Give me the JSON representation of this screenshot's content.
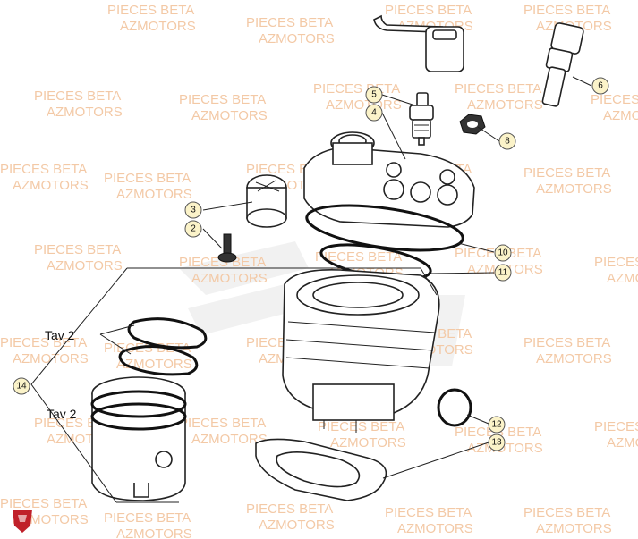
{
  "watermark": {
    "line1": "PIECES BETA",
    "line2": "AZMOTORS"
  },
  "callouts": [
    {
      "id": "c2",
      "text": "2"
    },
    {
      "id": "c3",
      "text": "3"
    },
    {
      "id": "c4",
      "text": "4"
    },
    {
      "id": "c5",
      "text": "5"
    },
    {
      "id": "c6",
      "text": "6"
    },
    {
      "id": "c8",
      "text": "8"
    },
    {
      "id": "c10",
      "text": "10"
    },
    {
      "id": "c11",
      "text": "11"
    },
    {
      "id": "c12",
      "text": "12"
    },
    {
      "id": "c13",
      "text": "13"
    },
    {
      "id": "c14",
      "text": "14"
    }
  ],
  "labels": {
    "rings": "Tav 2",
    "piston": "Tav 2"
  },
  "colors": {
    "watermark": "#f3c9a6",
    "callout_fill": "#fbf3c9",
    "logo": "#c0202a"
  }
}
